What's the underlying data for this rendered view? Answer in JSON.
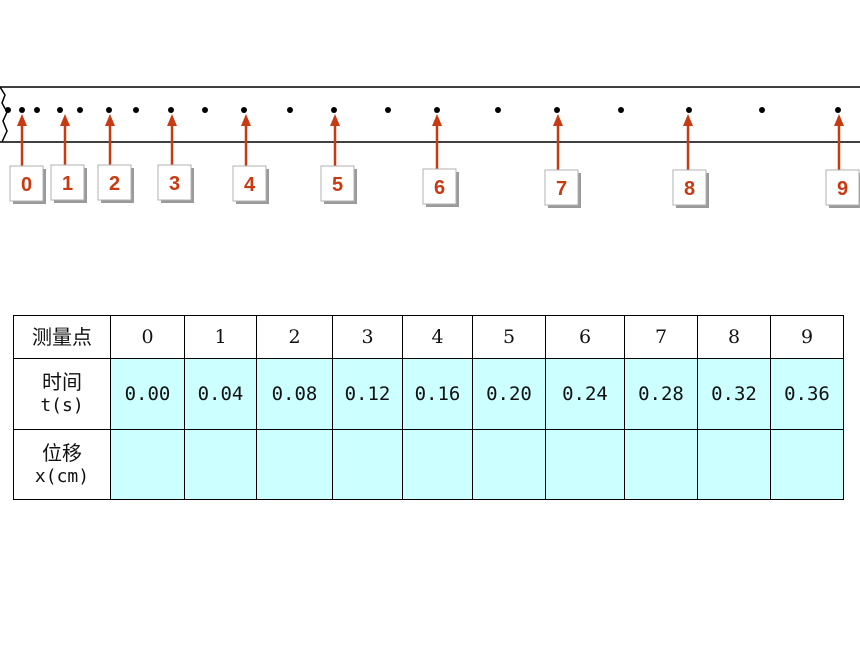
{
  "tape": {
    "point_labels": [
      "0",
      "1",
      "2",
      "3",
      "4",
      "5",
      "6",
      "7",
      "8",
      "9"
    ],
    "accent_color": "#c83a12",
    "tape_color": "#000000"
  },
  "table": {
    "header_label": "测量点",
    "time_label": "时间",
    "time_unit": "t(s)",
    "disp_label": "位移",
    "disp_unit": "x(cm)",
    "points": [
      "0",
      "1",
      "2",
      "3",
      "4",
      "5",
      "6",
      "7",
      "8",
      "9"
    ],
    "times": [
      "0.00",
      "0.04",
      "0.08",
      "0.12",
      "0.16",
      "0.20",
      "0.24",
      "0.28",
      "0.32",
      "0.36"
    ],
    "displacements": [
      "",
      "",
      "",
      "",
      "",
      "",
      "",
      "",
      "",
      ""
    ],
    "cell_color": "#ccffff"
  }
}
